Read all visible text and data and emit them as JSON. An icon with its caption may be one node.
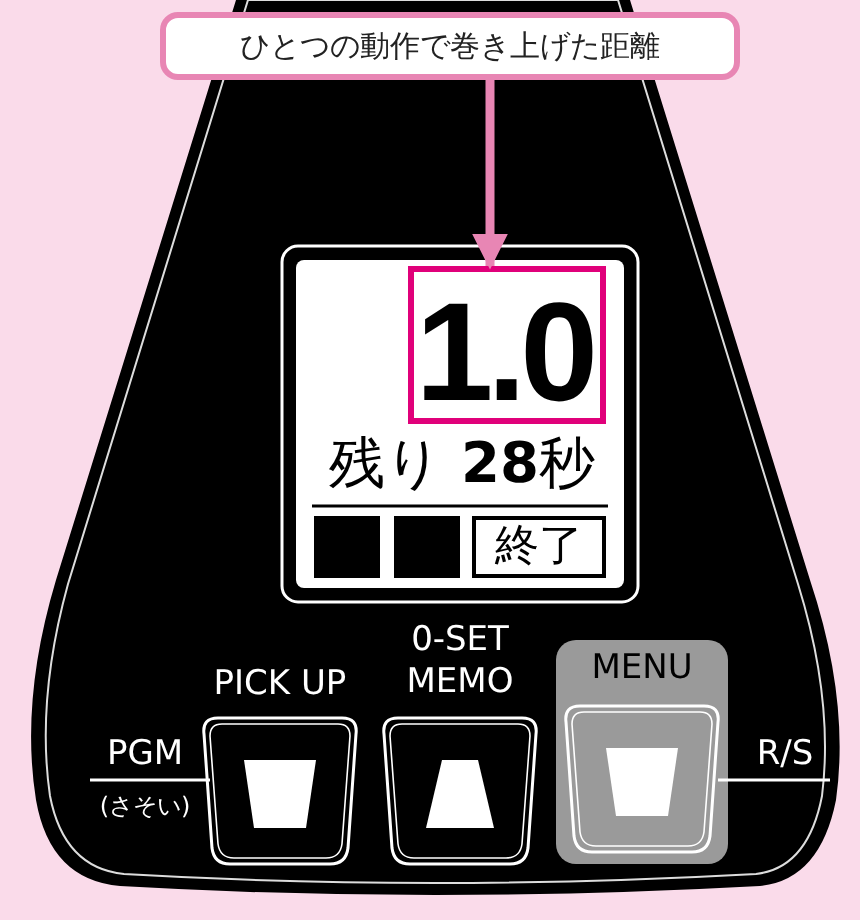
{
  "diagram": {
    "nodes": [
      {
        "text": [
          "ひとつの動作で巻き上げた距離"
        ]
      },
      {
        "text": [
          "1.0"
        ]
      },
      {
        "text": [
          "PGM",
          "(さそい)"
        ]
      },
      {
        "text": [
          "PICK UP"
        ]
      },
      {
        "text": [
          "0-SET MEMO"
        ]
      },
      {
        "text": [
          "MENU"
        ]
      },
      {
        "text": [
          "R/S"
        ]
      }
    ],
    "edges": [
      {
        "from": 0,
        "to": 1,
        "arrow": "to",
        "style": "thick",
        "color": "#e886b4"
      },
      {
        "from": 2,
        "to": 3,
        "arrow": "none"
      },
      {
        "from": 6,
        "to": 5,
        "arrow": "none"
      }
    ],
    "labels": [
      "残り **28**秒",
      "終了"
    ]
  }
}
